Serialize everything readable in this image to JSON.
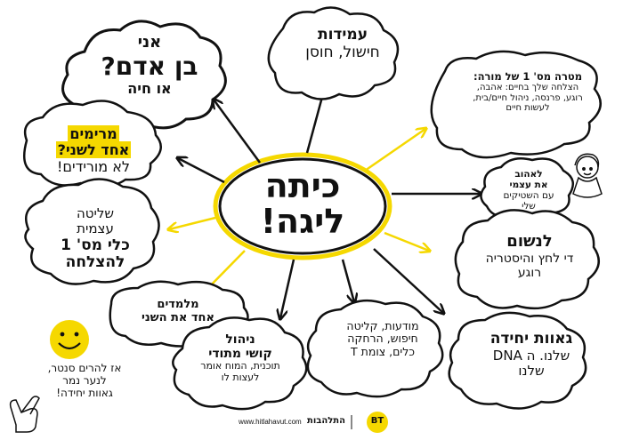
{
  "center": {
    "line1": "כיתה",
    "line2": "ליגה!"
  },
  "bubbles": {
    "human": {
      "line1": "אני",
      "line2": "בן אדם?",
      "line3": "או חיה"
    },
    "pillars": {
      "line1": "עמידות",
      "line2": "חישול, חוסן"
    },
    "goal": {
      "title": "מטרה מס' 1 של מורה:",
      "line1": "הצלחה שלך בחיים: אהבה,",
      "line2": "רוגע, פרנסה, ניהול חיים/בית,",
      "line3": "לעשות חיים"
    },
    "lift": {
      "line1": "מרימים",
      "line2": "אחד לשני?",
      "line3": "לא מורידים!"
    },
    "self_love": {
      "line1": "לאהוב",
      "line2": "את עצמי",
      "line3": "עם השטיקים",
      "line4": "שלי"
    },
    "self_control": {
      "line1": "שליטה",
      "line2": "עצמית",
      "line3": "כלי מס' 1",
      "line4": "להצלחה"
    },
    "breathe": {
      "line1": "לנשום",
      "line2": "די לחץ והיסטריה",
      "line3": "רוגע"
    },
    "learn": {
      "line1": "מלמדים",
      "line2": "אחד את השני"
    },
    "awareness": {
      "line1": "מודעות, קליטה",
      "line2": "חיפוש, הרחקה",
      "line3": "כלים, צומת T"
    },
    "unity": {
      "line1": "גאוות יחידה",
      "line2": "שלנו. ה DNA",
      "line3": "שלנו"
    },
    "self_manage": {
      "line1": "ניהול",
      "line2": "קושי מתודי",
      "line3": "תוכנית, המוח אומר",
      "line4": "לעצות לו"
    }
  },
  "side_note": {
    "line1": "אז להרים סנטר,",
    "line2": "לנער נמר",
    "line3": "גאוות יחידה!"
  },
  "footer": {
    "url": "www.hitlahavut.com",
    "brand": "התלהבות",
    "logo": "BT"
  },
  "colors": {
    "accent": "#f5d800",
    "ink": "#111111"
  }
}
